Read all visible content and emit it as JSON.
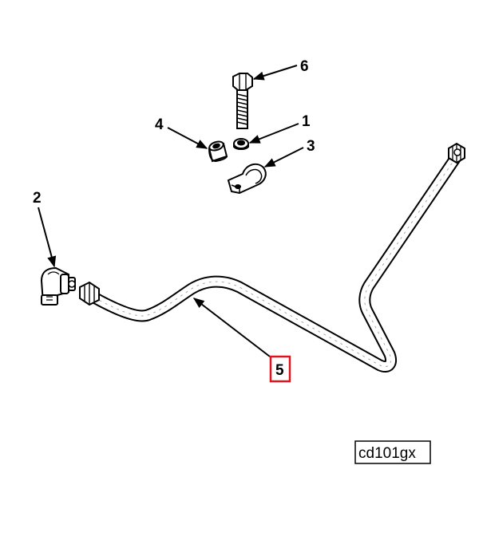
{
  "callouts": {
    "c1": "1",
    "c2": "2",
    "c3": "3",
    "c4": "4",
    "c5": "5",
    "c6": "6"
  },
  "drawing_code": "cd101gx",
  "highlighted_callout": "5",
  "colors": {
    "line": "#000000",
    "highlight_box": "#e0141e",
    "background": "#ffffff"
  }
}
